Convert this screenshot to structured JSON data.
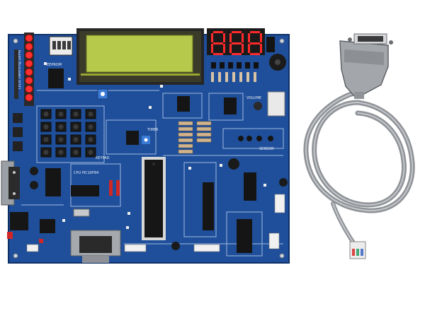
{
  "scene": {
    "subject": "PIC microcontroller development board with parallel programming cable",
    "colors": {
      "background": "#ffffff",
      "pcb": "#1f4f9a",
      "pcb_edge": "#0e2f66",
      "silk": "#d9e3f3",
      "lcd": "#b7c94a",
      "lcd_frame": "#262626",
      "display_on": "#ff2a2a",
      "ic": "#151515",
      "cable": "#8f9296",
      "connector": "#a3a6aa"
    }
  },
  "board": {
    "display_digits": [
      "8",
      "8",
      "8"
    ],
    "silk_labels": {
      "leds": "LEDS Switching Demo",
      "cpu": "CPU PIC16F84",
      "timer": "TIMER",
      "keypad": "KEYPAD",
      "sensor": "SENSOR",
      "volume": "VOLUME",
      "eeprom": "EEPROM"
    },
    "icons": {
      "lcd": "lcd-module-icon",
      "display": "seven-segment-icon",
      "buzzer": "buzzer-icon",
      "cable": "db25-cable-icon"
    }
  }
}
